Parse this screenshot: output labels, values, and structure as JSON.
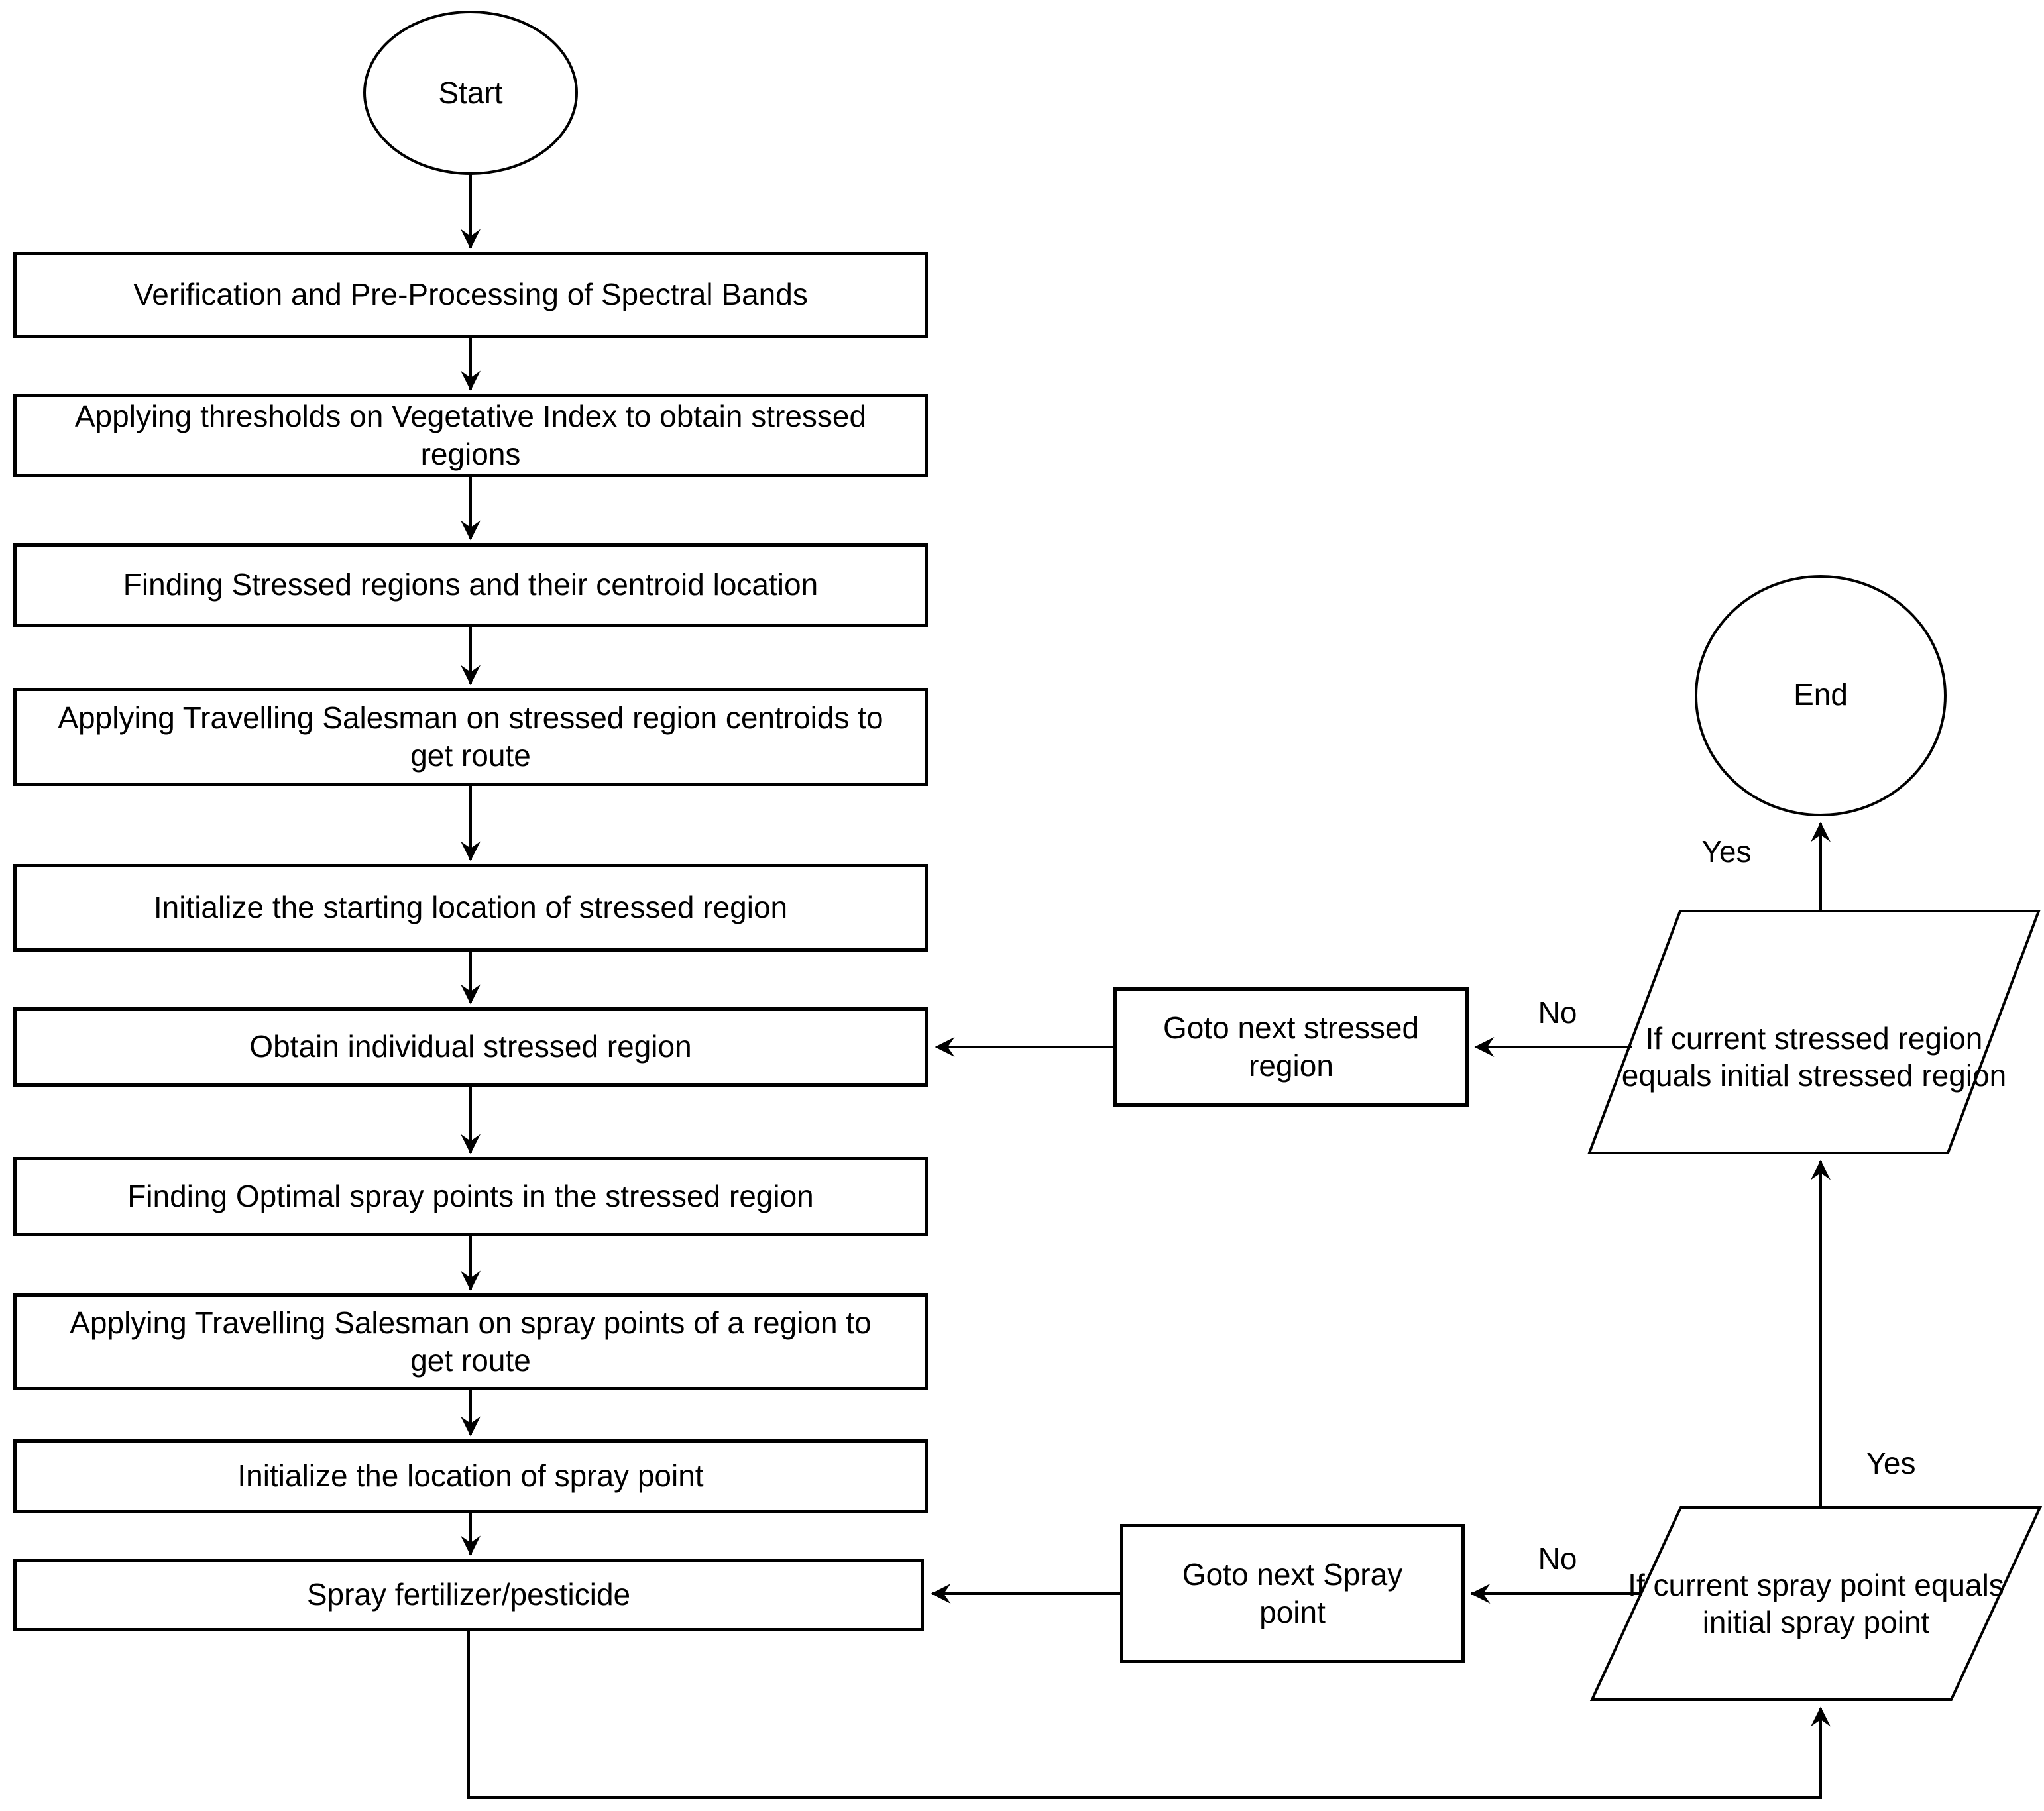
{
  "nodes": {
    "start": "Start",
    "steps": [
      "Verification and Pre-Processing of Spectral Bands",
      "Applying thresholds on Vegetative Index to obtain stressed regions",
      "Finding Stressed regions and their centroid location",
      "Applying Travelling Salesman on stressed region centroids to get route",
      "Initialize the starting location of stressed region",
      "Obtain individual stressed region",
      "Finding Optimal spray points in the stressed region",
      "Applying Travelling Salesman on spray points of a region to get route",
      "Initialize the location of spray point",
      "Spray fertilizer/pesticide"
    ],
    "goto_stressed": "Goto next stressed region",
    "goto_spray": "Goto next Spray point",
    "decision_stressed": "If current stressed region equals initial stressed region",
    "decision_spray": "If current spray point equals initial spray point",
    "end": "End"
  },
  "edge_labels": {
    "stressed_yes": "Yes",
    "stressed_no": "No",
    "spray_yes": "Yes",
    "spray_no": "No"
  },
  "colors": {
    "stroke": "#000000",
    "fill": "#ffffff",
    "text": "#000000"
  }
}
